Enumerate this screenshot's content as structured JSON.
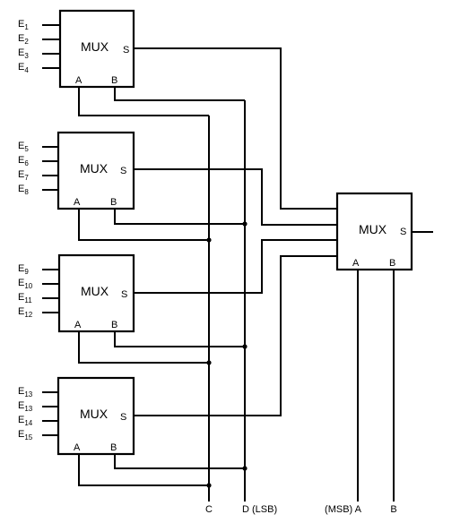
{
  "diagram": {
    "mux_label": "MUX",
    "select_a": "A",
    "select_b": "B",
    "output_label": "S",
    "input_prefix": "E",
    "inputs": [
      [
        "1",
        "2",
        "3",
        "4"
      ],
      [
        "5",
        "6",
        "7",
        "8"
      ],
      [
        "9",
        "10",
        "11",
        "12"
      ],
      [
        "13",
        "13",
        "14",
        "15"
      ]
    ],
    "bottom_labels": {
      "c": "C",
      "d": "D (LSB)",
      "msb_a": "(MSB) A",
      "b": "B"
    }
  }
}
